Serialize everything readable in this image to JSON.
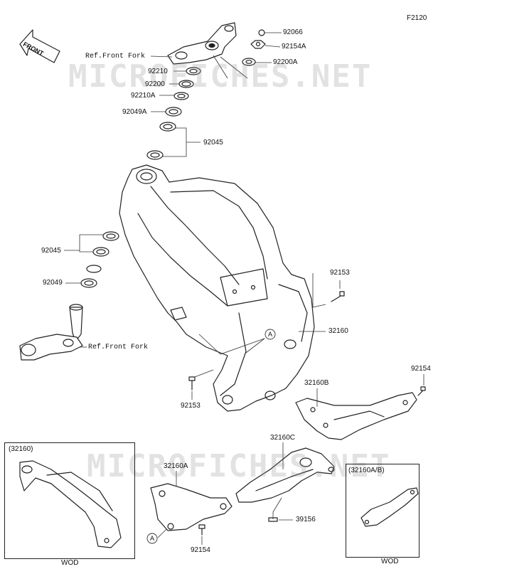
{
  "figure_code": "F2120",
  "front_badge": "FRONT",
  "watermark": "MICROFICHES.NET",
  "parts": {
    "p92066": "92066",
    "p92154A": "92154A",
    "p92200A": "92200A",
    "ref_front_fork_top": "Ref.Front Fork",
    "p92210": "92210",
    "p92200": "92200",
    "p92210A": "92210A",
    "p92049A": "92049A",
    "p92045_top": "92045",
    "p92045_left": "92045",
    "p92049": "92049",
    "ref_front_fork_bottom": "Ref.Front Fork",
    "p92153_right": "92153",
    "p32160": "32160",
    "callout_A_frame": "A",
    "p92153_left": "92153",
    "p92154_right": "92154",
    "p32160B": "32160B",
    "p32160C": "32160C",
    "p32160A": "32160A",
    "callout_A_sub": "A",
    "p92154_bottom": "92154",
    "p39156": "39156"
  },
  "insets": {
    "left_title": "(32160)",
    "left_caption": "WOD",
    "right_title": "(32160A/B)",
    "right_caption": "WOD"
  }
}
